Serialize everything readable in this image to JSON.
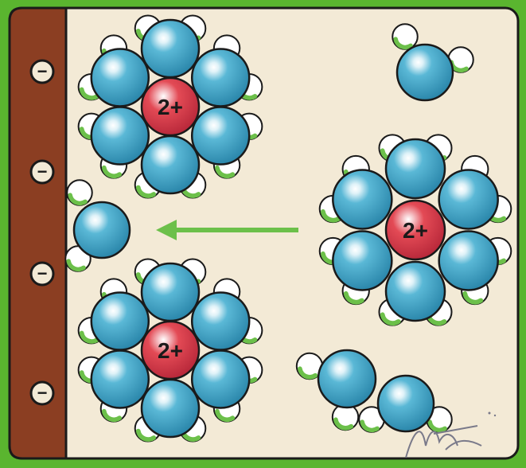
{
  "electrode": {
    "charge_labels": [
      "−",
      "−",
      "−",
      "−"
    ],
    "color": "#8b3e22"
  },
  "ions": {
    "charge_label": "2+",
    "ion_color": "#e0404c",
    "oxygen_color": "#3a9ec2",
    "hydrogen_color": "#ffffff",
    "hydrogen_shade": "#6cc04a"
  },
  "arrow": {
    "color": "#6cc04a",
    "direction": "left"
  },
  "colors": {
    "background": "#f3ead6",
    "border": "#5ab52f"
  },
  "signature_text": "A.Hi"
}
